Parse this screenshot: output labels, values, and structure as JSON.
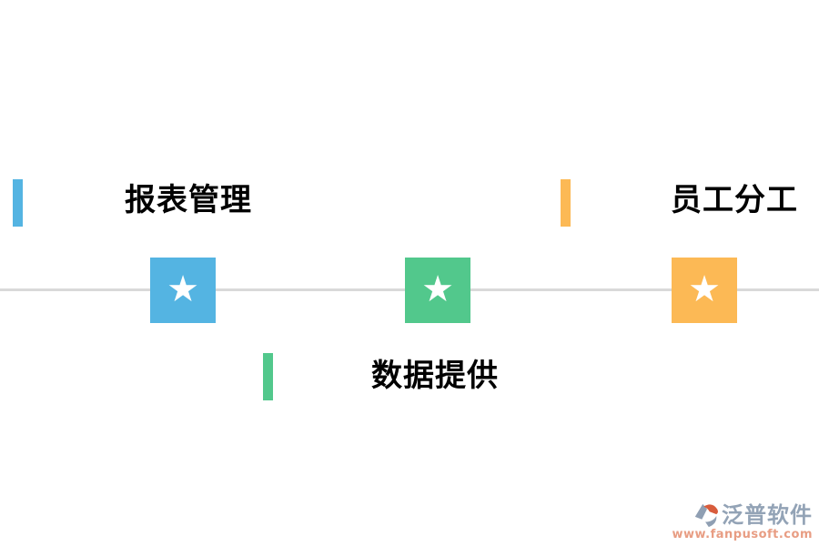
{
  "page": {
    "background": "#ffffff",
    "line_color": "#d9d9d9"
  },
  "timeline": {
    "star_icon": "★",
    "nodes": [
      {
        "label": "报表管理",
        "color": "#54b4e2",
        "position": "top-left"
      },
      {
        "label": "数据提供",
        "color": "#52c88c",
        "position": "bottom-center"
      },
      {
        "label": "员工分工",
        "color": "#fcb955",
        "position": "top-right"
      }
    ]
  },
  "watermark": {
    "brand": "泛普软件",
    "url": "www.fanpusoft.com",
    "brand_color": "#93a3b6",
    "url_color": "#e89d83"
  }
}
